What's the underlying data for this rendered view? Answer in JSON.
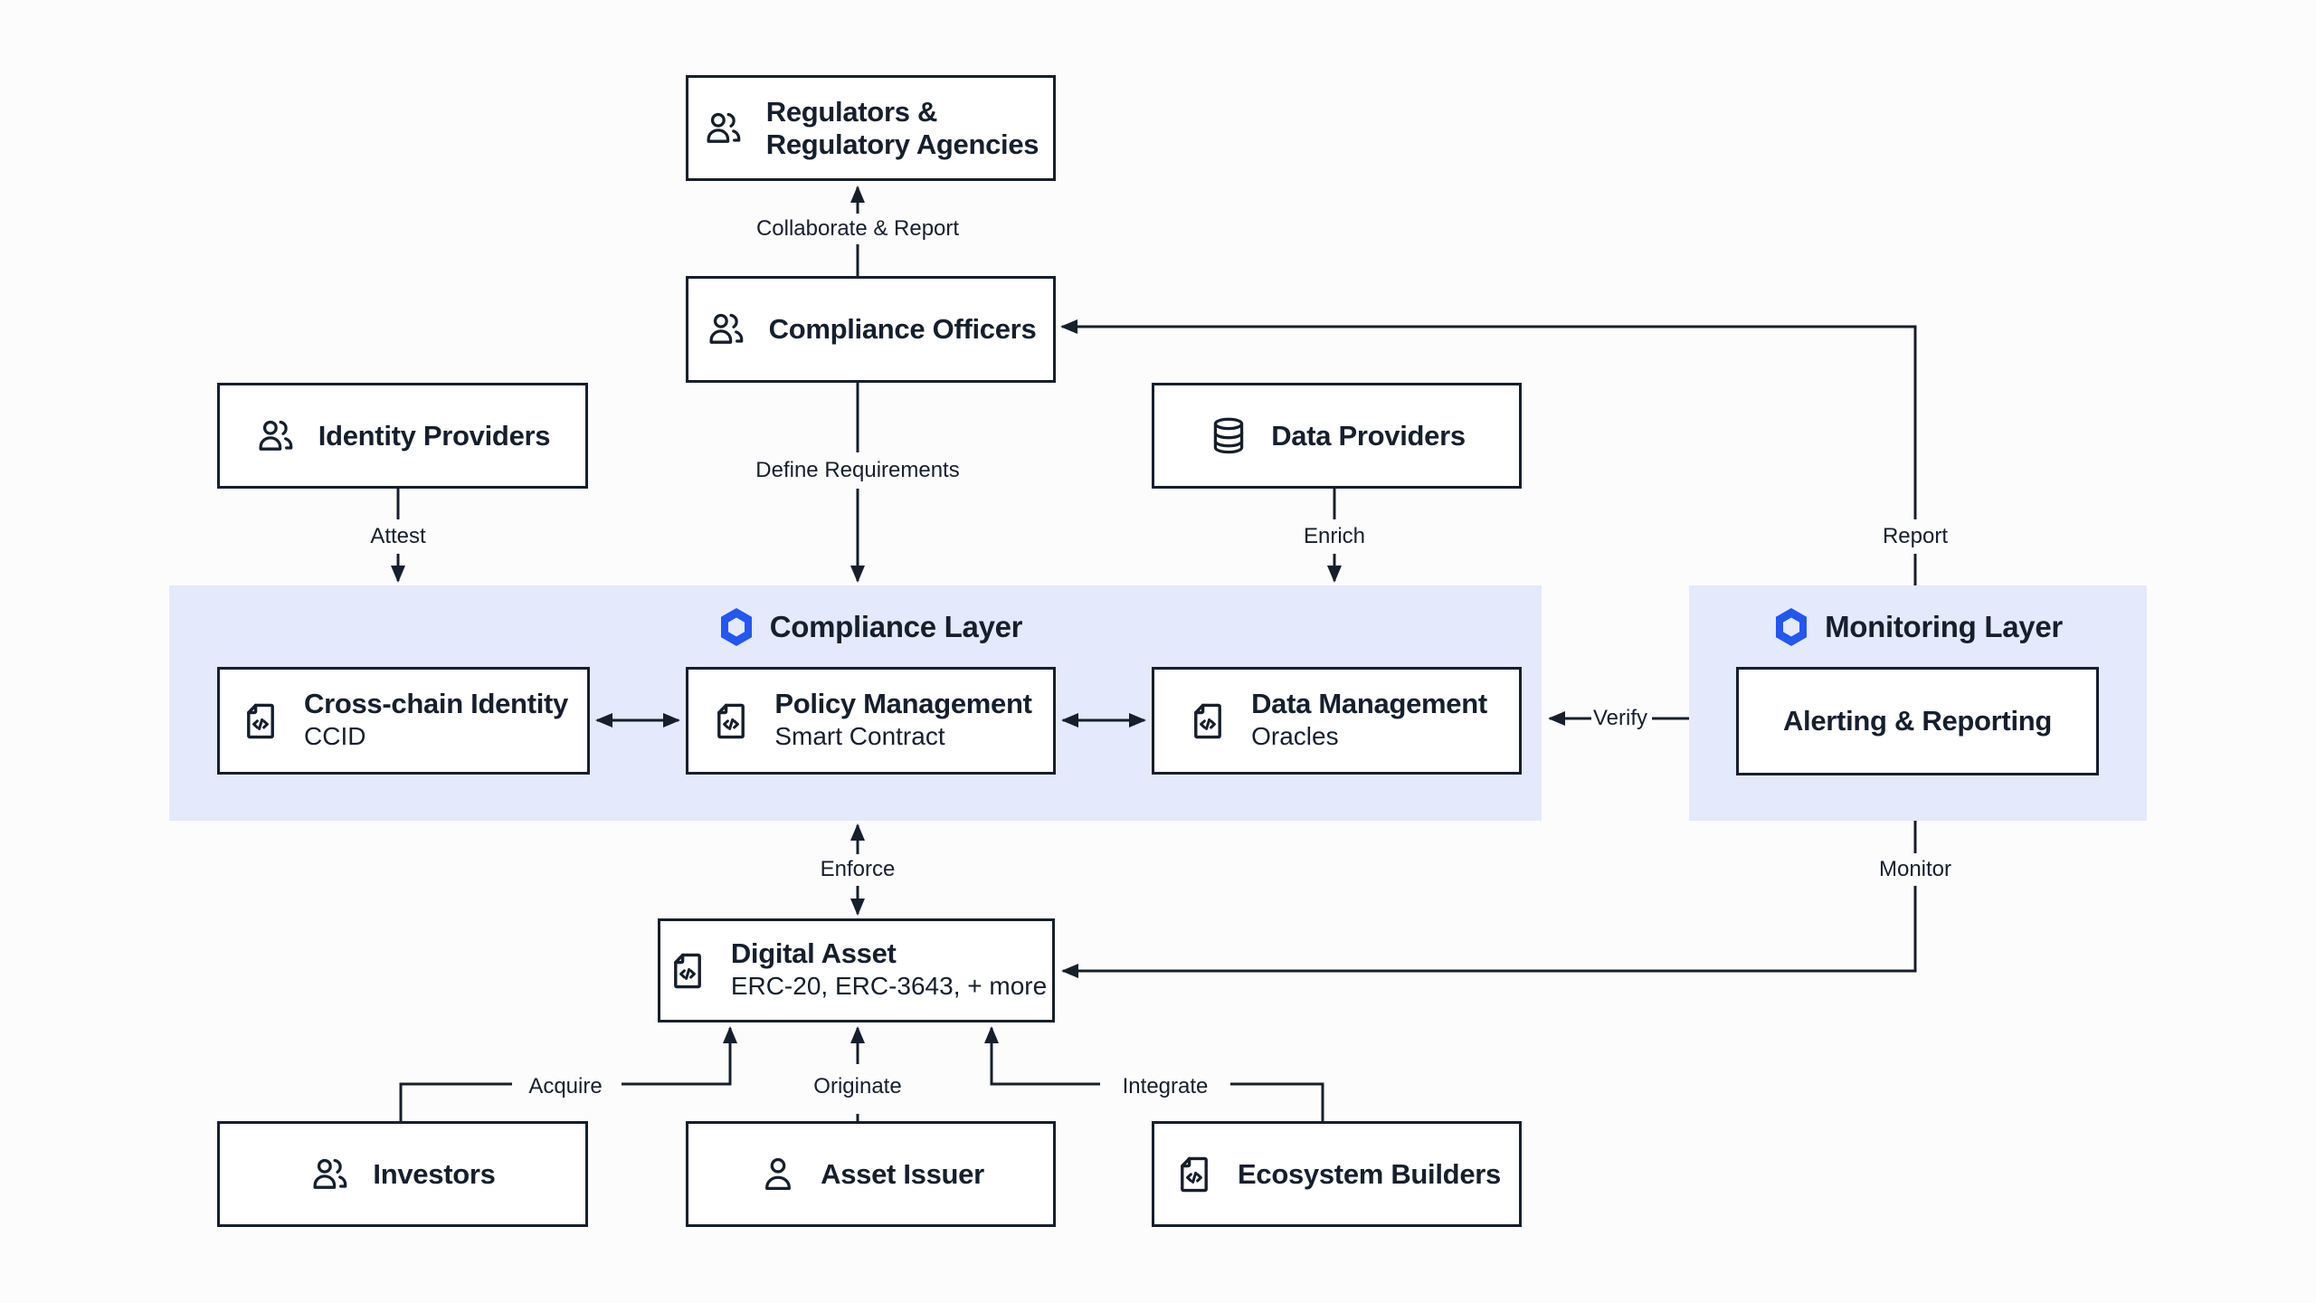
{
  "colors": {
    "ink": "#161f2c",
    "accent": "#2257f0",
    "band_bg": "#e4e9fc",
    "box_bg": "#ffffff",
    "page_bg": "#fcfcfd"
  },
  "layers": {
    "compliance": {
      "label": "Compliance Layer",
      "icon": "chainlink-hexagon-icon"
    },
    "monitoring": {
      "label": "Monitoring Layer",
      "icon": "chainlink-hexagon-icon"
    }
  },
  "nodes": {
    "regulators": {
      "title_lines": [
        "Regulators &",
        "Regulatory Agencies"
      ],
      "icon": "users-icon"
    },
    "compliance_officers": {
      "title": "Compliance Officers",
      "icon": "users-icon"
    },
    "identity_providers": {
      "title": "Identity Providers",
      "icon": "users-icon"
    },
    "data_providers": {
      "title": "Data Providers",
      "icon": "database-icon"
    },
    "cross_chain_identity": {
      "title": "Cross-chain Identity",
      "subtitle": "CCID",
      "icon": "code-file-icon"
    },
    "policy_management": {
      "title": "Policy Management",
      "subtitle": "Smart Contract",
      "icon": "code-file-icon"
    },
    "data_management": {
      "title": "Data Management",
      "subtitle": "Oracles",
      "icon": "code-file-icon"
    },
    "alerting_reporting": {
      "title": "Alerting & Reporting"
    },
    "digital_asset": {
      "title": "Digital Asset",
      "subtitle": "ERC-20, ERC-3643, + more",
      "icon": "code-file-icon"
    },
    "investors": {
      "title": "Investors",
      "icon": "users-icon"
    },
    "asset_issuer": {
      "title": "Asset Issuer",
      "icon": "user-icon"
    },
    "ecosystem_builders": {
      "title": "Ecosystem Builders",
      "icon": "code-file-icon"
    }
  },
  "edges": {
    "collaborate_report": {
      "label": "Collaborate & Report",
      "from": "compliance_officers",
      "to": "regulators"
    },
    "define_requirements": {
      "label": "Define Requirements",
      "from": "compliance_officers",
      "to": "compliance_layer"
    },
    "attest": {
      "label": "Attest",
      "from": "identity_providers",
      "to": "compliance_layer"
    },
    "enrich": {
      "label": "Enrich",
      "from": "data_providers",
      "to": "compliance_layer"
    },
    "report": {
      "label": "Report",
      "from": "monitoring_layer",
      "to": "compliance_officers"
    },
    "verify": {
      "label": "Verify",
      "from": "monitoring_layer",
      "to": "compliance_layer"
    },
    "enforce": {
      "label": "Enforce",
      "from": "compliance_layer",
      "to": "digital_asset",
      "bidirectional": true
    },
    "monitor": {
      "label": "Monitor",
      "from": "monitoring_layer",
      "to": "digital_asset"
    },
    "acquire": {
      "label": "Acquire",
      "from": "investors",
      "to": "digital_asset"
    },
    "originate": {
      "label": "Originate",
      "from": "asset_issuer",
      "to": "digital_asset"
    },
    "integrate": {
      "label": "Integrate",
      "from": "ecosystem_builders",
      "to": "digital_asset"
    }
  }
}
